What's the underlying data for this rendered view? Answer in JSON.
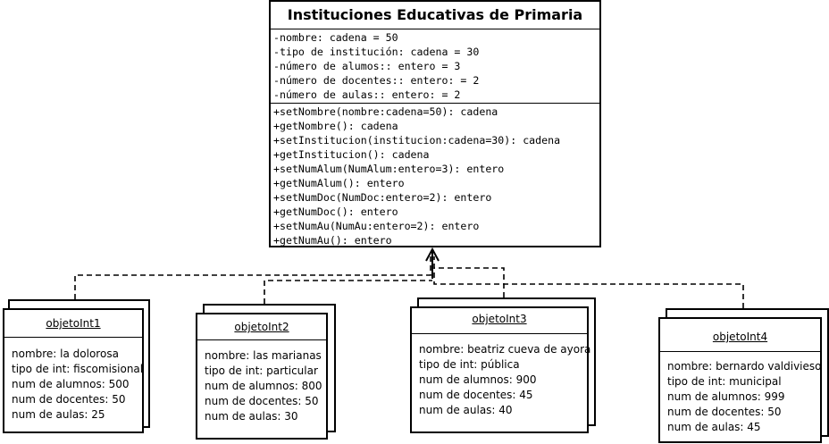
{
  "class_box": {
    "title": "Instituciones Educativas de Primaria",
    "attributes": [
      "-nombre: cadena = 50",
      "-tipo de institución: cadena = 30",
      "-número de alumos:: entero = 3",
      "-número de docentes:: entero: = 2",
      "-número de aulas:: entero: = 2"
    ],
    "methods": [
      "+setNombre(nombre:cadena=50): cadena",
      "+getNombre(): cadena",
      "+setInstitucion(institucion:cadena=30): cadena",
      "+getInstitucion(): cadena",
      "+setNumAlum(NumAlum:entero=3): entero",
      "+getNumAlum(): entero",
      "+setNumDoc(NumDoc:entero=2): entero",
      "+getNumDoc(): entero",
      "+setNumAu(NumAu:entero=2): entero",
      "+getNumAu(): entero"
    ]
  },
  "objects": [
    {
      "name": "objetoInt1",
      "lines": [
        "nombre: la dolorosa",
        "tipo de int: fiscomisional",
        "num de alumnos: 500",
        "num de docentes: 50",
        "num de aulas: 25"
      ]
    },
    {
      "name": "objetoInt2",
      "lines": [
        "nombre: las marianas",
        "tipo de int: particular",
        "num de alumnos: 800",
        "num de docentes: 50",
        "num de aulas: 30"
      ]
    },
    {
      "name": "objetoInt3",
      "lines": [
        "nombre: beatriz cueva de ayora",
        "tipo de int: pública",
        "num de alumnos: 900",
        "num de docentes: 45",
        "num de aulas: 40"
      ]
    },
    {
      "name": "objetoInt4",
      "lines": [
        "nombre: bernardo valdivieso",
        "tipo de int: municipal",
        "num de alumnos: 999",
        "num de docentes: 50",
        "num de aulas: 45"
      ]
    }
  ]
}
